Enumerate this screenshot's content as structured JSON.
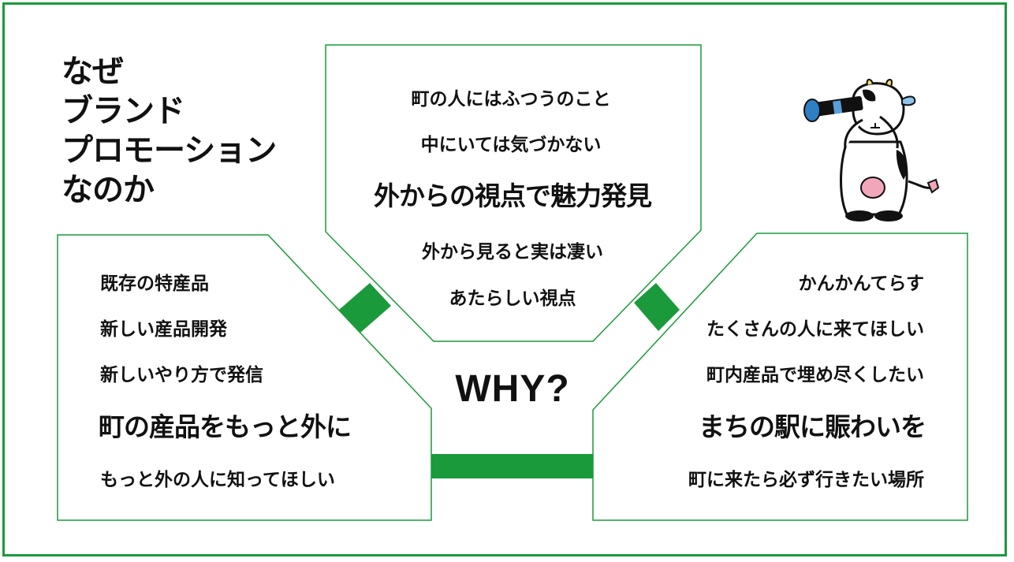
{
  "title": {
    "lines": [
      "なぜ",
      "ブランド",
      "プロモーション",
      "なのか"
    ]
  },
  "top_box": {
    "lines": [
      "町の人にはふつうのこと",
      "中にいては気づかない"
    ],
    "emphasis": "外からの視点で魅力発見",
    "after": [
      "外から見ると実は凄い",
      "あたらしい視点"
    ]
  },
  "left_box": {
    "lines": [
      "既存の特産品",
      "新しい産品開発",
      "新しいやり方で発信"
    ],
    "emphasis": "町の産品をもっと外に",
    "after": [
      "もっと外の人に知ってほしい"
    ]
  },
  "right_box": {
    "lines": [
      "かんかんてらす",
      "たくさんの人に来てほしい",
      "町内産品で埋め尽くしたい"
    ],
    "emphasis": "まちの駅に賑わいを",
    "after": [
      "町に来たら必ず行きたい場所"
    ]
  },
  "center": {
    "label": "WHY?"
  },
  "colors": {
    "frame": "#1a9a3a",
    "connector": "#1a9a3a",
    "text": "#111111"
  },
  "icons": {
    "mascot": "cow-with-telescope-icon"
  }
}
